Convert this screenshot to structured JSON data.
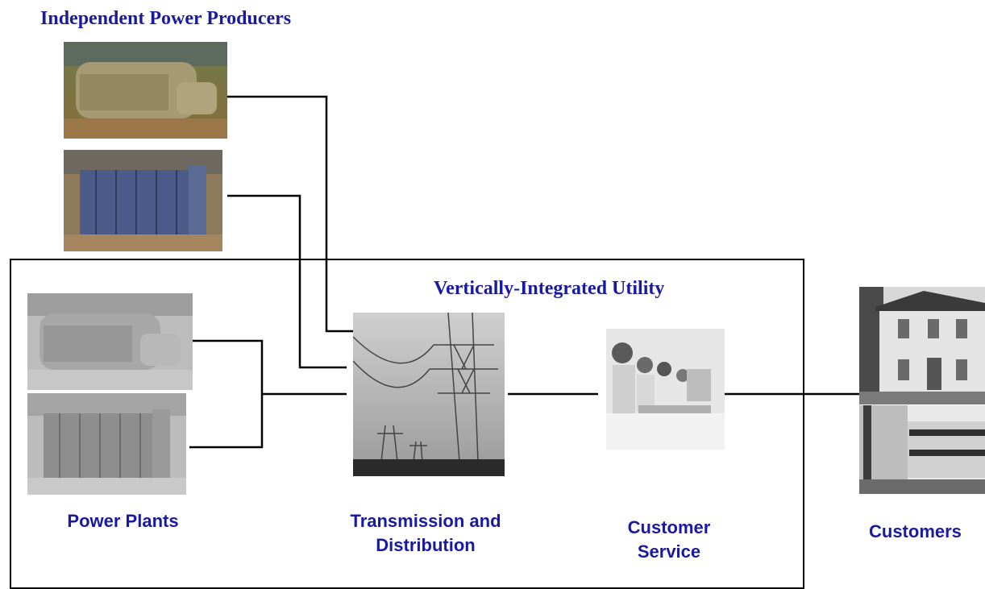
{
  "ipp_title": "Independent Power Producers",
  "utility_title": "Vertically-Integrated Utility",
  "labels": {
    "power_plants": "Power Plants",
    "transmission_line1": "Transmission and",
    "transmission_line2": "Distribution",
    "customer_service_line1": "Customer",
    "customer_service_line2": "Service",
    "customers": "Customers"
  },
  "colors": {
    "label_blue": "#1a1aa0",
    "line": "#000000"
  },
  "icons": [
    "ipp-turbine-photo",
    "ipp-plant-photo",
    "utility-turbine-photo",
    "utility-plant-photo",
    "transmission-tower-photo",
    "call-center-photo",
    "house-photo",
    "office-building-photo"
  ]
}
